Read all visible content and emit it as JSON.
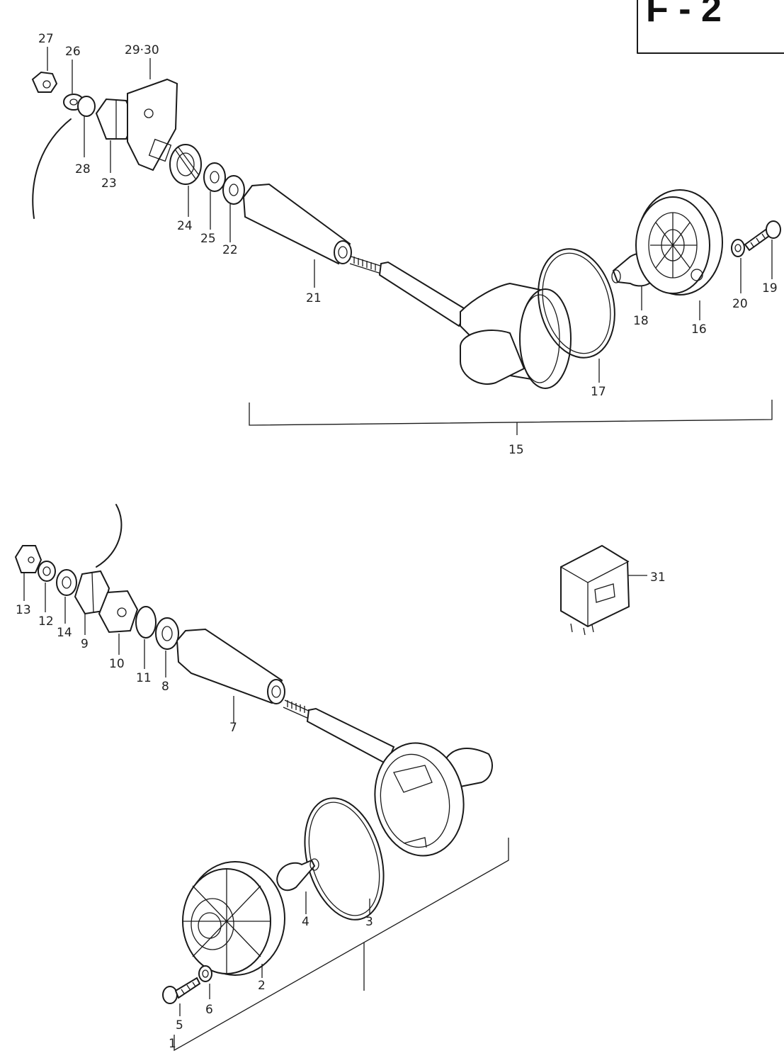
{
  "diagram": {
    "page_code": "F - 2",
    "labels": {
      "p27": "27",
      "p26": "26",
      "p29_30": "29·30",
      "p28": "28",
      "p23": "23",
      "p24": "24",
      "p25": "25",
      "p22": "22",
      "p21": "21",
      "p18": "18",
      "p16": "16",
      "p20": "20",
      "p19": "19",
      "p17": "17",
      "p15": "15",
      "p13": "13",
      "p12": "12",
      "p14": "14",
      "p9": "9",
      "p10": "10",
      "p11": "11",
      "p8": "8",
      "p7": "7",
      "p31": "31",
      "p4": "4",
      "p3": "3",
      "p2": "2",
      "p5": "5",
      "p6": "6",
      "p1": "1"
    }
  }
}
